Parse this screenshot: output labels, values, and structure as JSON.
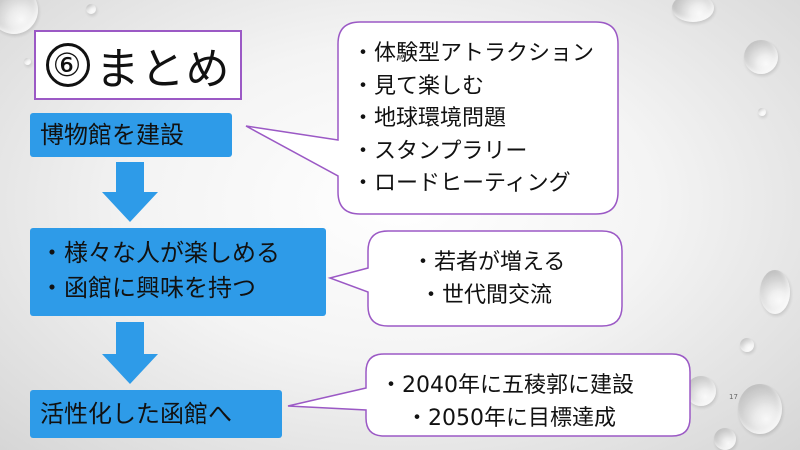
{
  "title": {
    "number": "⑥",
    "text": "まとめ"
  },
  "flow": [
    {
      "lines": [
        "博物館を建設"
      ]
    },
    {
      "lines": [
        "・様々な人が楽しめる",
        "・函館に興味を持つ"
      ]
    },
    {
      "lines": [
        "活性化した函館へ"
      ]
    }
  ],
  "callouts": [
    {
      "lines": [
        "・体験型アトラクション",
        "・見て楽しむ",
        "・地球環境問題",
        "・スタンプラリー",
        "・ロードヒーティング"
      ]
    },
    {
      "lines": [
        "・若者が増える",
        "・世代間交流"
      ]
    },
    {
      "lines": [
        "・2040年に五稜郭に建設",
        "・2050年に目標達成"
      ]
    }
  ],
  "page_number": "17",
  "colors": {
    "box": "#2e9be8",
    "arrow": "#2e9be8",
    "border": "#9b59c5"
  }
}
